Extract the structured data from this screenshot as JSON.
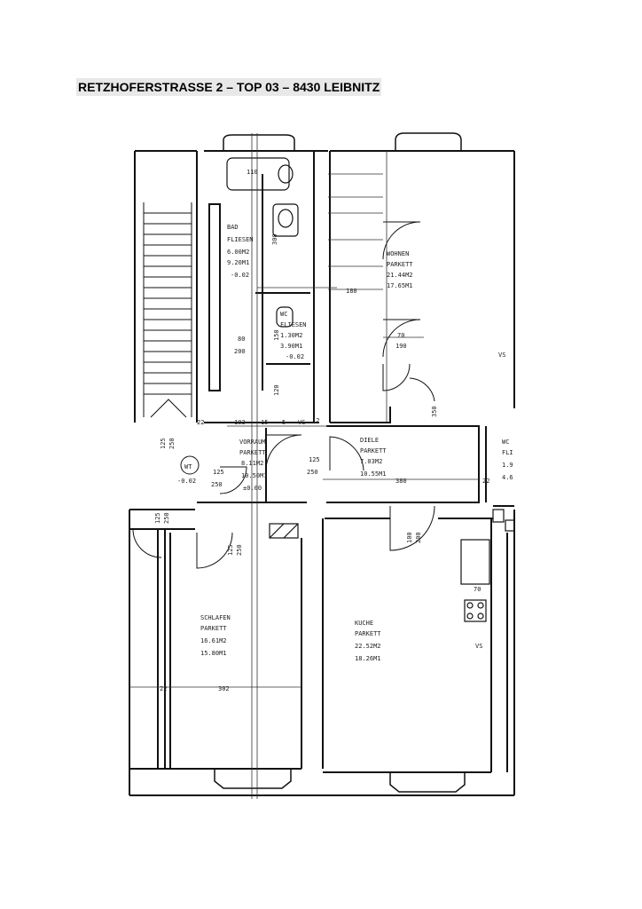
{
  "title": "RETZHOFERSTRASSE 2 – TOP 03 – 8430 LEIBNITZ",
  "rooms": {
    "bad": [
      "BAD",
      "FLIESEN",
      "6.00M2",
      "9.20M1",
      "-0.02"
    ],
    "wc": [
      "WC",
      "FLIESEN",
      "1.30M2",
      "3.90M1",
      "-0.02"
    ],
    "wohnen": [
      "WOHNEN",
      "PARKETT",
      "21.44M2",
      "17.65M1"
    ],
    "vorraum": [
      "VORRAUM",
      "PARKETT",
      "8.11M2",
      "10.50M1",
      "±0.00"
    ],
    "diele": [
      "DIELE",
      "PARKETT",
      "7.03M2",
      "10.55M1"
    ],
    "schlafen": [
      "SCHLAFEN",
      "PARKETT",
      "16.61M2",
      "15.80M1"
    ],
    "kueche": [
      "KUCHE",
      "PARKETT",
      "22.52M2",
      "18.26M1"
    ],
    "wc_right": [
      "WC",
      "FLI",
      "1.9",
      "4.6"
    ]
  },
  "dims": {
    "d110": "110",
    "d300": "300",
    "d180": "180",
    "d70a": "70",
    "d190": "190",
    "d80": "80",
    "d200": "200",
    "d150": "150",
    "d120": "120",
    "d22a": "22",
    "d103": "103",
    "d15": "15",
    "d5": "5",
    "vs": "VS",
    "vs2": "VS",
    "vs3": "VS",
    "d12": "12",
    "d350": "350",
    "d125a": "125",
    "d250a": "250",
    "d125b": "125",
    "d250b": "250",
    "d125c": "125",
    "d250c": "250",
    "d380": "380",
    "d22b": "22",
    "d125d": "125",
    "d250d": "250",
    "d125e": "125",
    "d250e": "250",
    "d100": "100",
    "d200b": "200",
    "d70b": "70",
    "d302": "302",
    "d22c": "22",
    "wt": "WT",
    "wt_val": "-0.02"
  }
}
